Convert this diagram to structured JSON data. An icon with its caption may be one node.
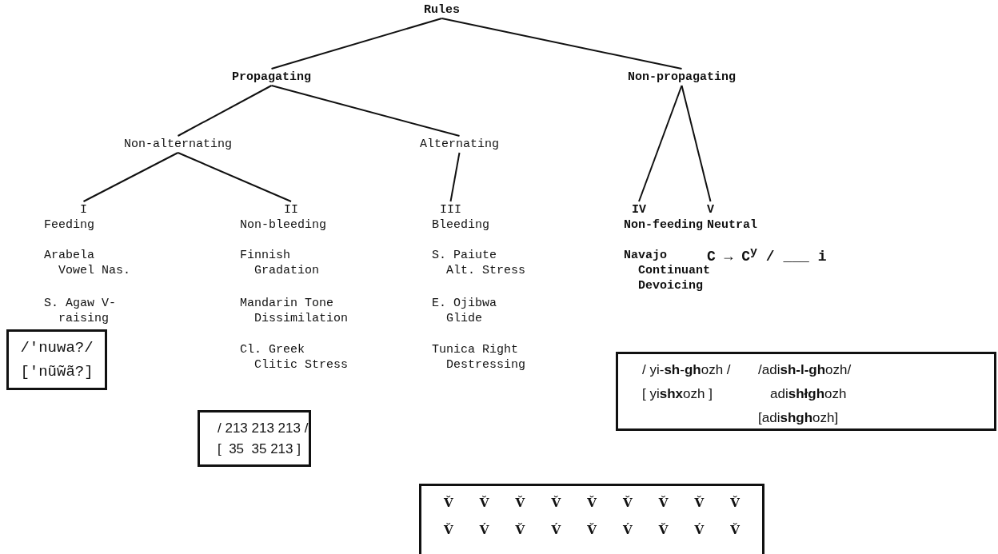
{
  "diagram": {
    "nodes": [
      {
        "text": [
          "Rules"
        ]
      },
      {
        "text": [
          "Propagating"
        ]
      },
      {
        "text": [
          "Non-propagating"
        ]
      },
      {
        "text": [
          "Non-alternating"
        ]
      },
      {
        "text": [
          "Alternating"
        ]
      },
      {
        "text": [
          "I",
          "Feeding"
        ]
      },
      {
        "text": [
          "II",
          "Non-bleeding"
        ]
      },
      {
        "text": [
          "III",
          "Bleeding"
        ]
      },
      {
        "text": [
          "IV",
          "Non-feeding"
        ]
      },
      {
        "text": [
          "V",
          "Neutral"
        ]
      },
      {
        "text": [
          "/'nuwa?/",
          "['nũw̃ã?]"
        ]
      },
      {
        "text": [
          "/ 213 213 213 /",
          "[  35  35 213 ]"
        ]
      },
      {
        "text": [
          "/ yi-**sh**-**gh**ozh /",
          "[ yi**shx**ozh ]",
          "/adi**sh-l-gh**ozh/",
          "adi**shłgh**ozh",
          "[adi**shgh**ozh]"
        ]
      },
      {
        "text": [
          "V̆ V̆ V̆ V̆ V̆ V̆ V̆ V̆ V̆",
          "V̆ V́ V̆ V́ V̆ V́ V̆ V́ V̆"
        ]
      }
    ],
    "edges": [
      {
        "from": 0,
        "to": 1,
        "arrow": "none"
      },
      {
        "from": 0,
        "to": 2,
        "arrow": "none"
      },
      {
        "from": 1,
        "to": 3,
        "arrow": "none"
      },
      {
        "from": 1,
        "to": 4,
        "arrow": "none"
      },
      {
        "from": 3,
        "to": 5,
        "arrow": "none"
      },
      {
        "from": 3,
        "to": 6,
        "arrow": "none"
      },
      {
        "from": 4,
        "to": 7,
        "arrow": "none"
      },
      {
        "from": 2,
        "to": 8,
        "arrow": "none"
      },
      {
        "from": 2,
        "to": 9,
        "arrow": "none"
      }
    ],
    "labels": [
      "Arabela Vowel Nas.",
      "Finnish Gradation",
      "S. Paiute Alt. Stress",
      "Navajo Continuant Devoicing",
      "C → C$^{y}$ / ___ i",
      "S. Agaw V-raising",
      "Mandarin Tone Dissimilation",
      "E. Ojibwa Glide",
      "Cl. Greek Clitic Stress",
      "Tunica Right Destressing"
    ]
  }
}
